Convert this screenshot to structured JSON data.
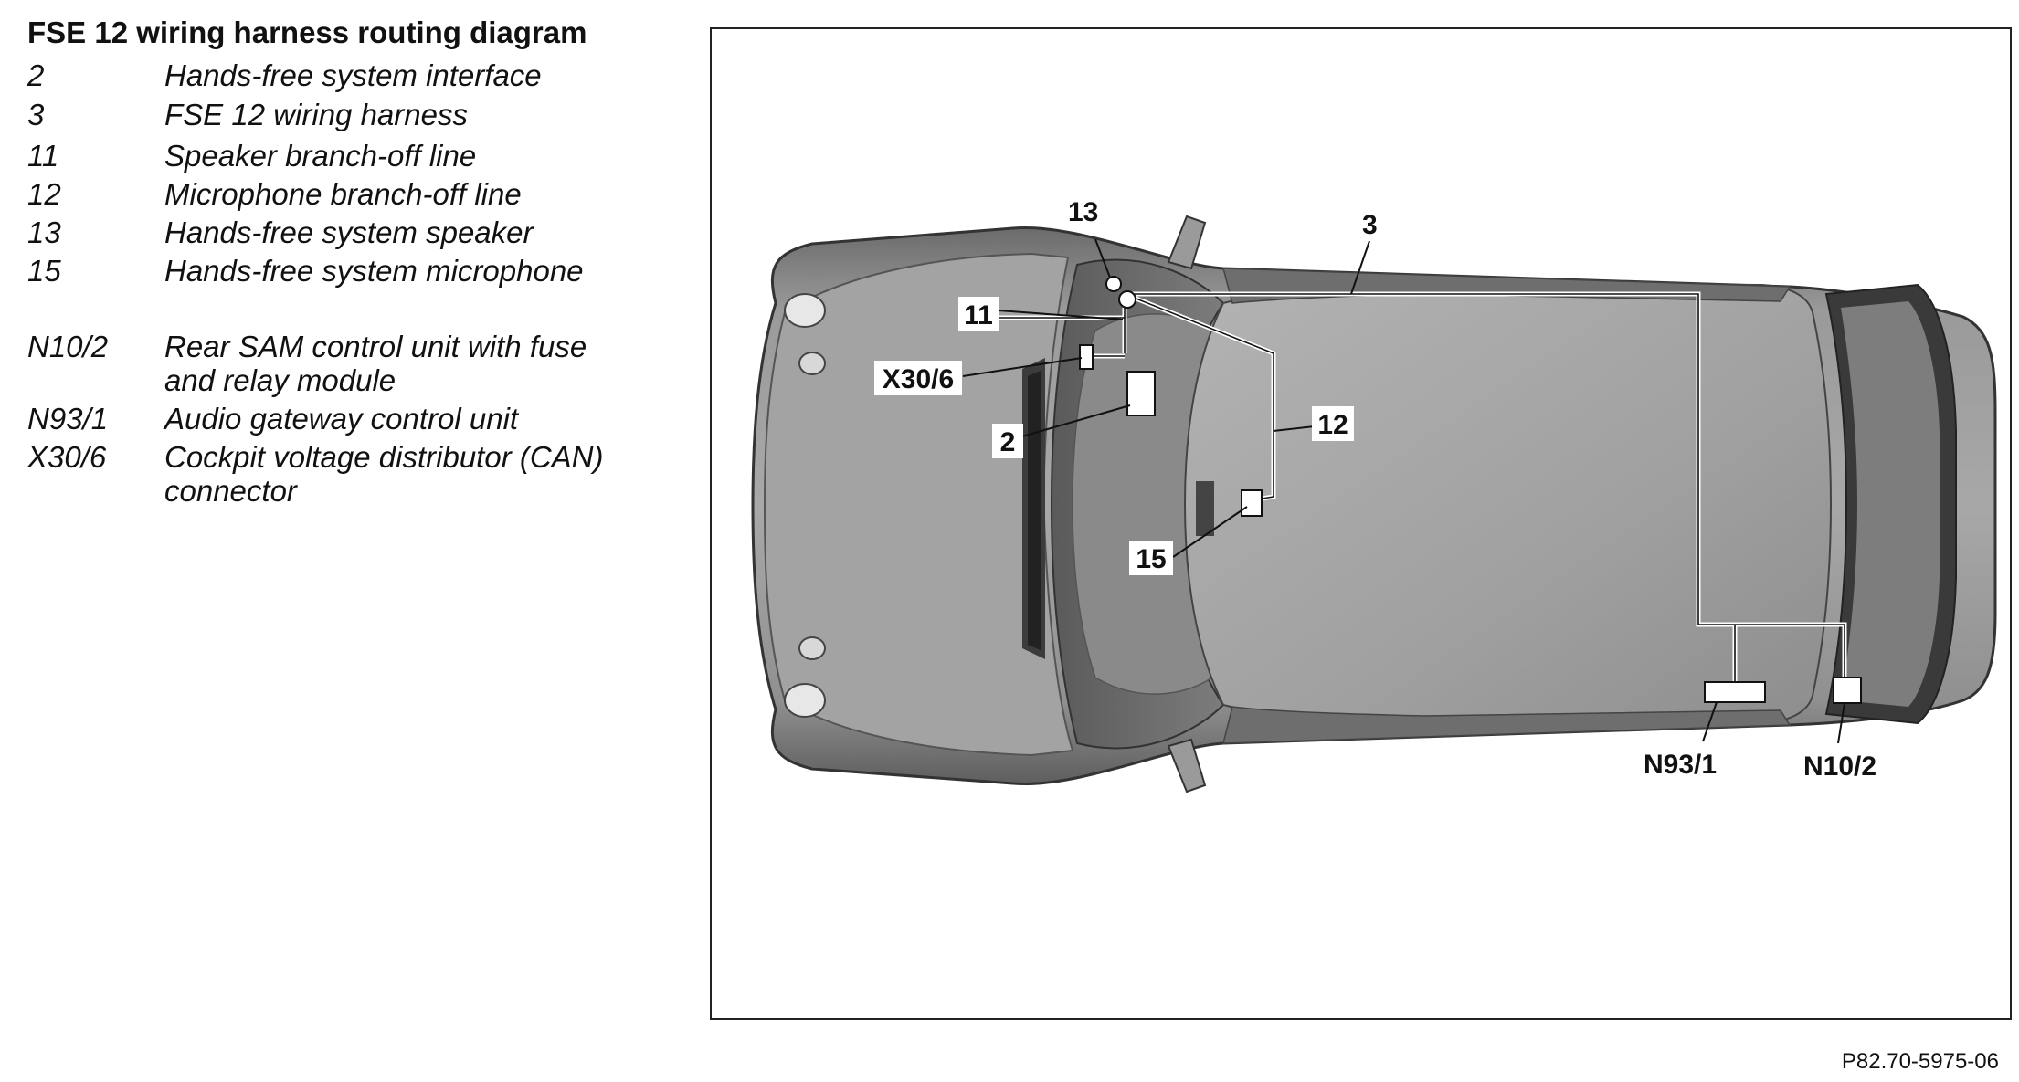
{
  "legend": {
    "title": "FSE 12 wiring harness routing diagram",
    "items": [
      {
        "code": "2",
        "desc": "Hands-free system interface"
      },
      {
        "code": "3",
        "desc": "FSE 12 wiring harness"
      },
      {
        "code": "11",
        "desc": "Speaker branch-off line"
      },
      {
        "code": "12",
        "desc": "Microphone branch-off line"
      },
      {
        "code": "13",
        "desc": "Hands-free system speaker"
      },
      {
        "code": "15",
        "desc": "Hands-free system microphone"
      },
      {
        "code": "N10/2",
        "desc": "Rear SAM control unit with fuse and relay module"
      },
      {
        "code": "N93/1",
        "desc": "Audio gateway control unit"
      },
      {
        "code": "X30/6",
        "desc": "Cockpit voltage distributor (CAN) connector"
      }
    ]
  },
  "diagram": {
    "callouts": {
      "c13": "13",
      "c3": "3",
      "c11": "11",
      "c12": "12",
      "cX30": "X30/6",
      "c2": "2",
      "c15": "15",
      "cN93": "N93/1",
      "cN10": "N10/2"
    }
  },
  "figure_id": "P82.70-5975-06"
}
